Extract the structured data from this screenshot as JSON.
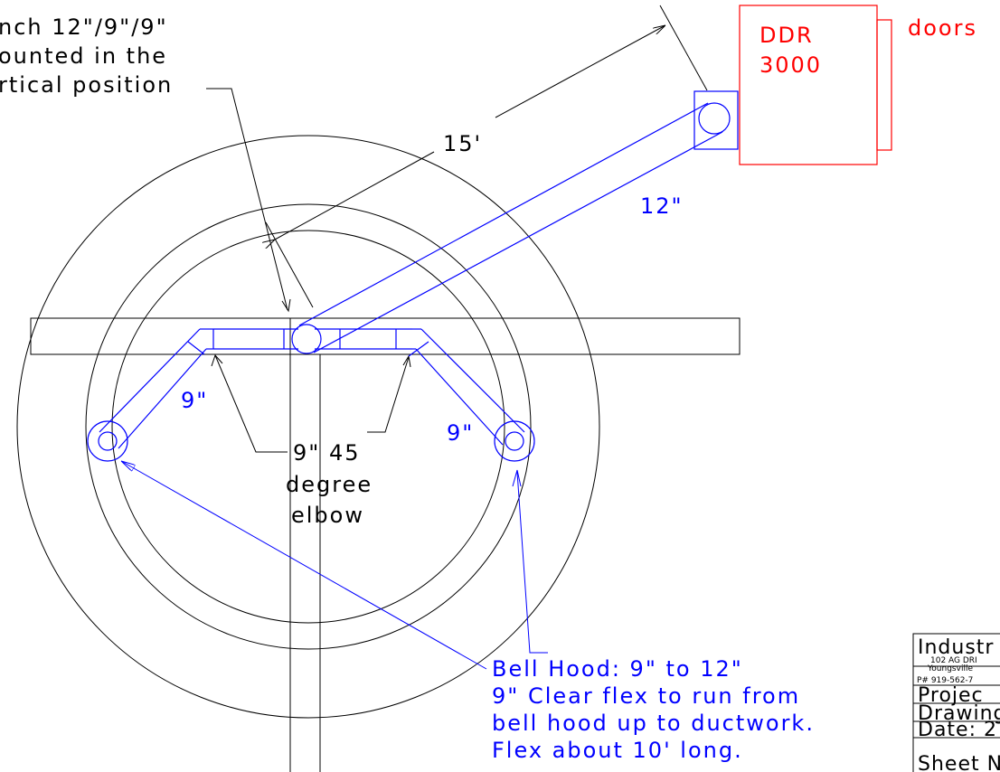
{
  "colors": {
    "black": "#000000",
    "blue": "#0000ff",
    "red": "#ff0000",
    "background": "#ffffff"
  },
  "notes": {
    "top_left": [
      "nch 12\"/9\"/9\"",
      "ounted in the",
      "rtical position"
    ],
    "elbow": [
      "9\" 45",
      "degree",
      "elbow"
    ],
    "bell": [
      "Bell Hood:  9\" to 12\"",
      "9\" Clear flex to run from",
      "bell hood up to ductwork.",
      "Flex about 10' long."
    ]
  },
  "dimensions": {
    "run_length": "15'",
    "main_duct": "12\"",
    "left_branch": "9\"",
    "right_branch": "9\""
  },
  "equipment": {
    "unit_line1": "DDR",
    "unit_line2": "3000",
    "doors": "doors"
  },
  "title_block": {
    "company": "Industr",
    "address": "102 AG DRI",
    "city": "Youngsville",
    "phone": "P# 919-562-7",
    "project": "Projec",
    "drawing": "Drawing",
    "date": "Date: 2",
    "sheet": "Sheet N"
  }
}
